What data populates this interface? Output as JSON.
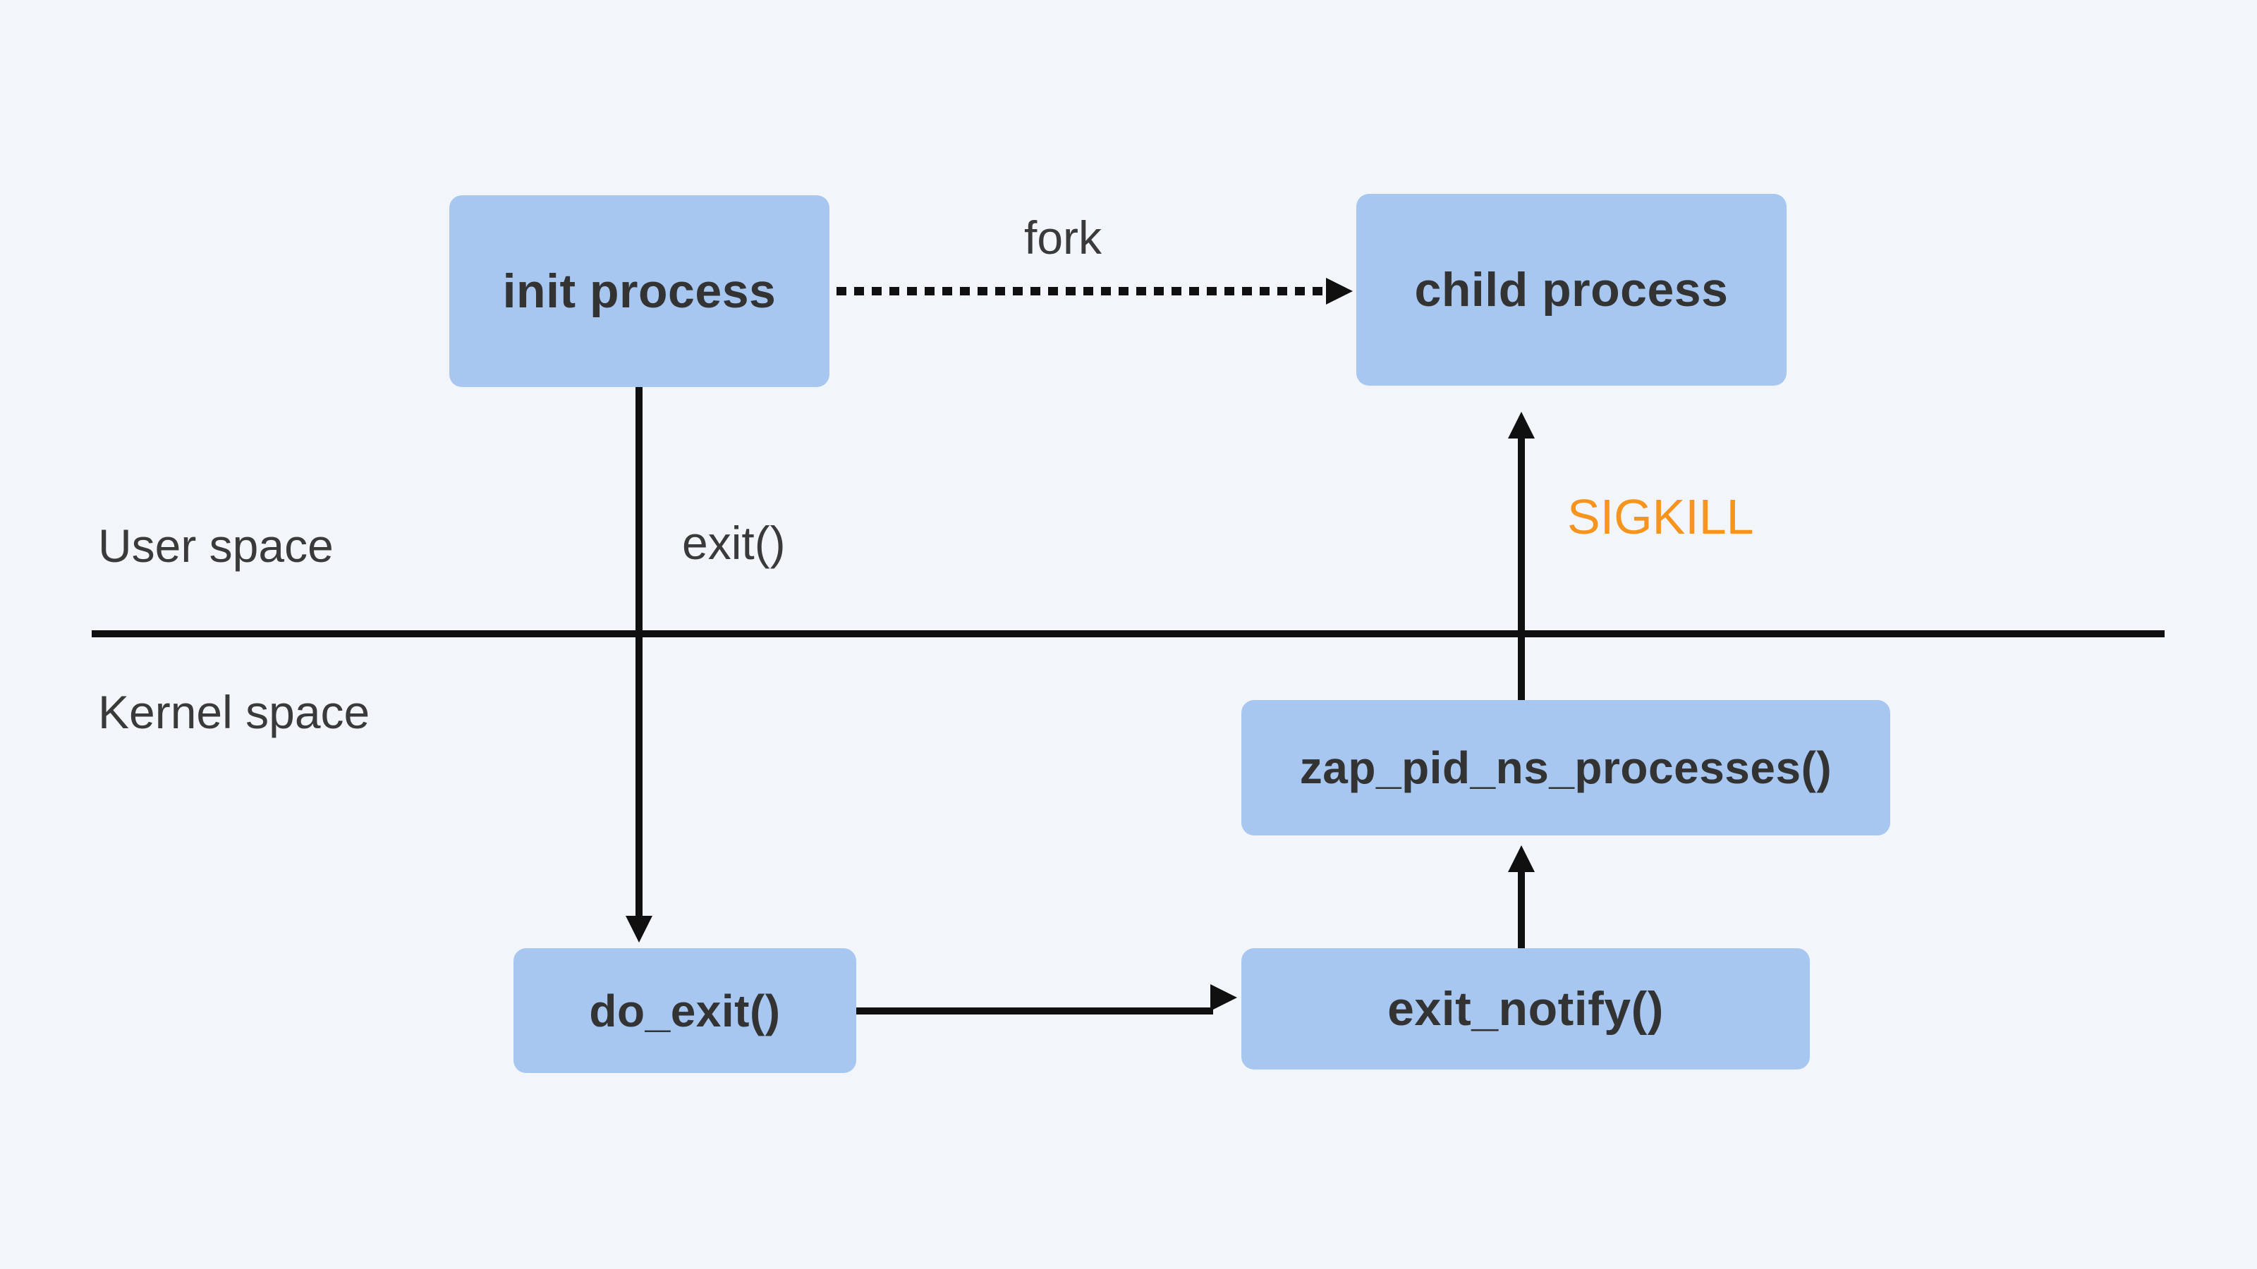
{
  "diagram": {
    "title": "init process exit flow across user and kernel space",
    "type": "flowchart"
  },
  "colors": {
    "background": "#F2F5FA",
    "node_fill": "#A7C7F0",
    "node_text": "#333333",
    "label_text": "#3A3A3A",
    "line": "#101010",
    "sigkill_accent": "#F7941E"
  },
  "regions": {
    "user_space": "User space",
    "kernel_space": "Kernel space"
  },
  "nodes": {
    "init": {
      "label": "init process"
    },
    "child": {
      "label": "child process"
    },
    "zap": {
      "label": "zap_pid_ns_processes()"
    },
    "do_exit": {
      "label": "do_exit()"
    },
    "exit_notify": {
      "label": "exit_notify()"
    }
  },
  "edges": {
    "fork": {
      "from": "init process",
      "to": "child process",
      "label": "fork",
      "style": "dotted-arrow"
    },
    "exit": {
      "from": "init process",
      "to": "do_exit()",
      "label": "exit()",
      "style": "solid-arrow"
    },
    "do_exit_to_exit_notify": {
      "from": "do_exit()",
      "to": "exit_notify()",
      "label": "",
      "style": "solid-arrow"
    },
    "exit_notify_to_zap": {
      "from": "exit_notify()",
      "to": "zap_pid_ns_processes()",
      "label": "",
      "style": "solid-arrow"
    },
    "sigkill": {
      "from": "zap_pid_ns_processes()",
      "to": "child process",
      "label": "SIGKILL",
      "style": "solid-arrow",
      "label_color": "#F7941E"
    }
  }
}
